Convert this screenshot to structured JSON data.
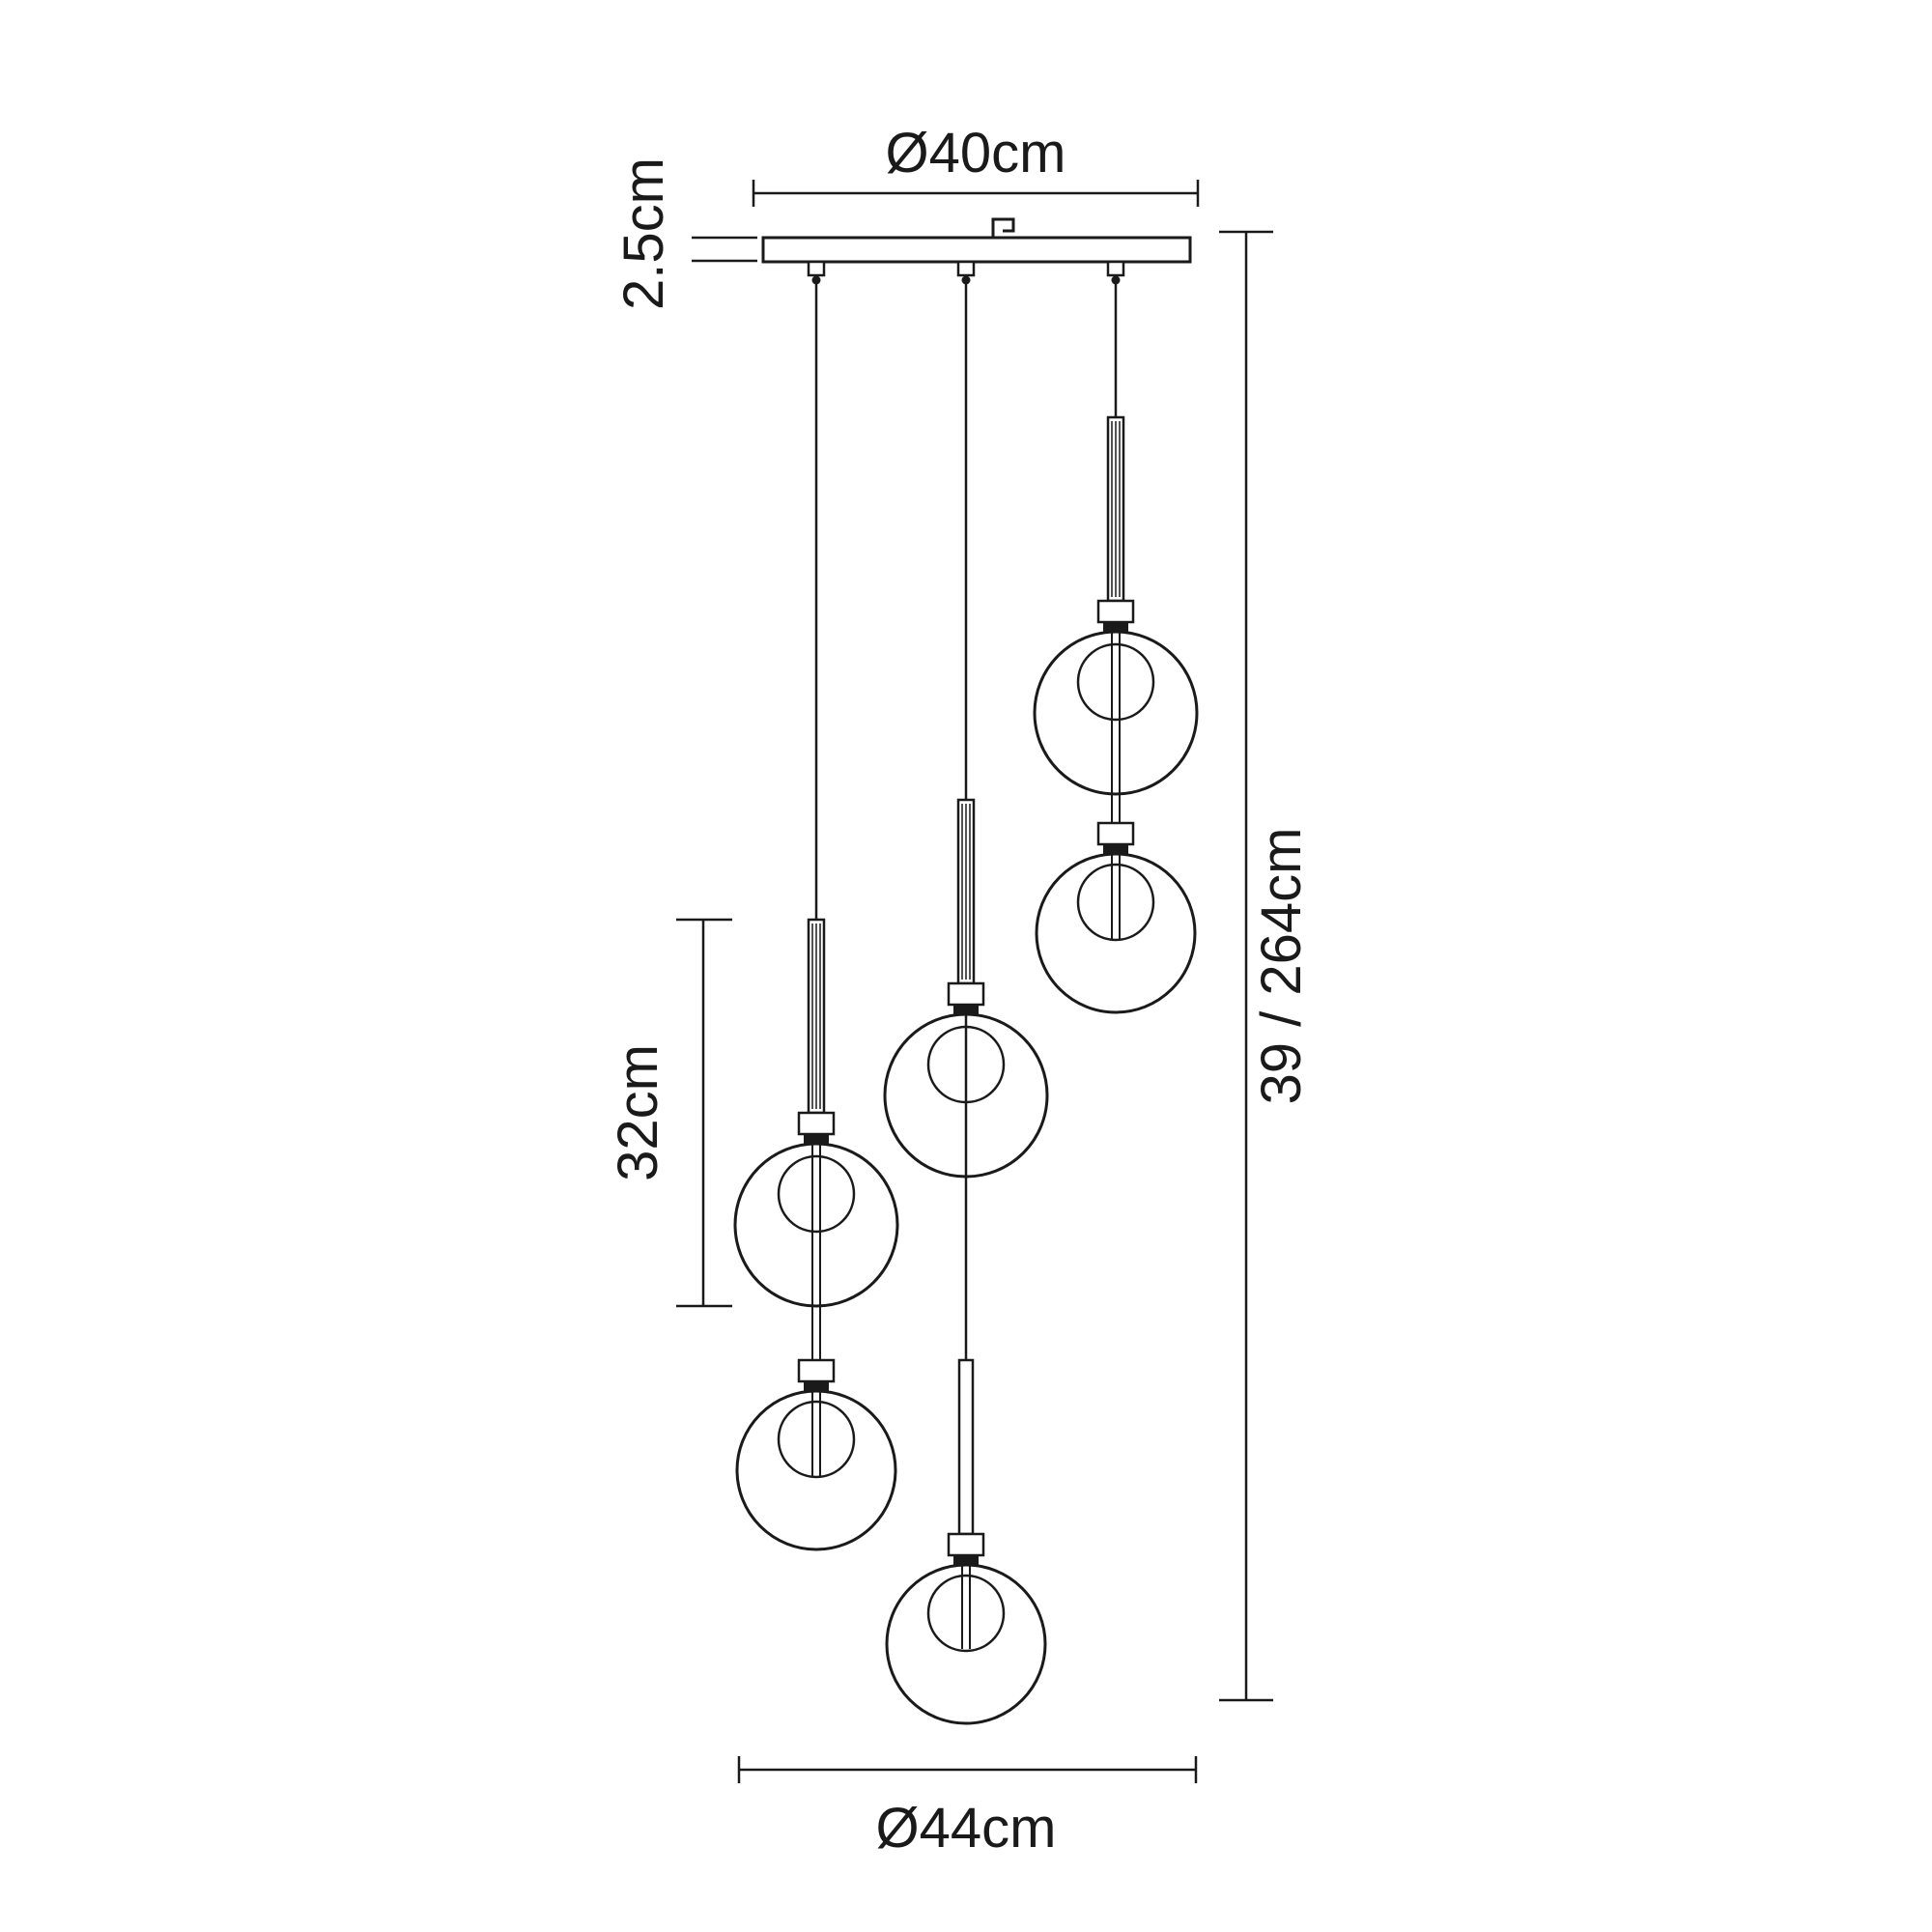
{
  "diagram": {
    "kind": "pendant-light-dimension-drawing",
    "lights": 6,
    "labels": {
      "canopy_diameter": "Ø40cm",
      "canopy_height": "2.5cm",
      "shade_assembly_length": "32cm",
      "drop_height": "39 / 264cm",
      "overall_diameter": "Ø44cm"
    },
    "colors": {
      "line": "#1a1a1a",
      "background": "#ffffff"
    }
  }
}
